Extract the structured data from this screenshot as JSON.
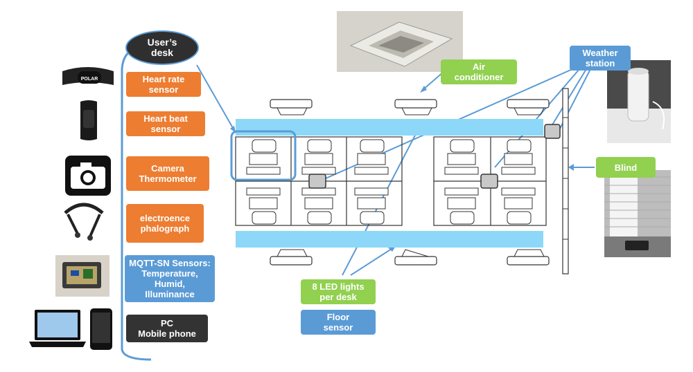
{
  "bracket_label": "User’s\ndesk",
  "devices": [
    {
      "label": "Heart rate\nsensor",
      "icon": "chest-strap-icon",
      "color": "#ed7d31"
    },
    {
      "label": "Heart beat\nsensor",
      "icon": "wristband-icon",
      "color": "#ed7d31"
    },
    {
      "label": "Camera\nThermometer",
      "icon": "camera-icon",
      "color": "#ed7d31"
    },
    {
      "label": "electroence\nphalograph",
      "icon": "eeg-headset-icon",
      "color": "#ed7d31"
    },
    {
      "label": "MQTT-SN Sensors:\nTemperature,\nHumid,\nIlluminance",
      "icon": "sensor-board-icon",
      "color": "#5b9bd5"
    },
    {
      "label": "PC\nMobile phone",
      "icon": "laptop-phone-icon",
      "color": "#333333"
    }
  ],
  "callouts": {
    "air_conditioner": "Air\nconditioner",
    "weather_station": "Weather\nstation",
    "blind": "Blind",
    "led_lights": "8 LED lights\nper desk",
    "floor_sensor": "Floor\nsensor"
  },
  "strap_logo": "POLAR",
  "colors": {
    "orange": "#ed7d31",
    "blue": "#5b9bd5",
    "dark": "#333333",
    "green": "#92d050",
    "light_strip": "#8dd8f8",
    "line": "#5b9bd5"
  }
}
